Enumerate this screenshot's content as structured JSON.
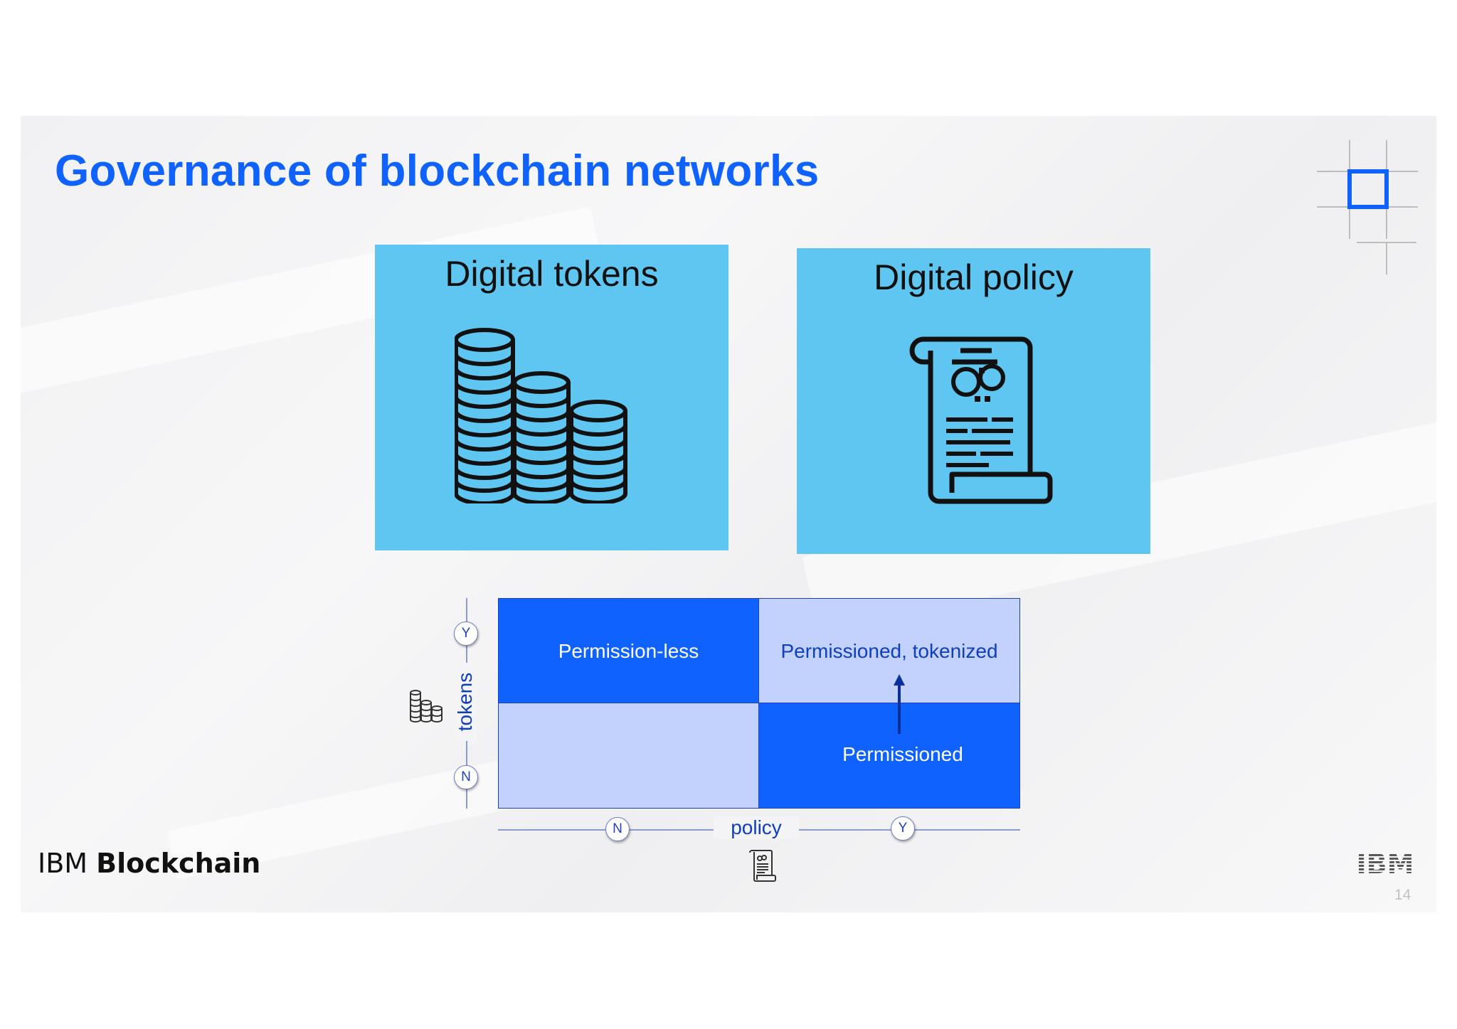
{
  "slide": {
    "title": "Governance of blockchain networks",
    "page_number": "14",
    "brand": {
      "prefix": "IBM",
      "name": "Blockchain"
    },
    "logo_text": "IBM"
  },
  "cards": [
    {
      "title": "Digital tokens",
      "icon": "coins-stack-icon"
    },
    {
      "title": "Digital policy",
      "icon": "scroll-document-icon"
    }
  ],
  "matrix": {
    "cells": {
      "top_left": "Permission-less",
      "top_right": "Permissioned, tokenized",
      "bottom_left": "",
      "bottom_right": "Permissioned"
    },
    "x_axis": {
      "label": "policy",
      "low": "N",
      "high": "Y"
    },
    "y_axis": {
      "label": "tokens",
      "low": "N",
      "high": "Y"
    }
  },
  "colors": {
    "title_blue": "#0f62fe",
    "card_cyan": "#5ec6f0",
    "matrix_dark": "#0f62fe",
    "matrix_light": "#c3d2fc"
  }
}
